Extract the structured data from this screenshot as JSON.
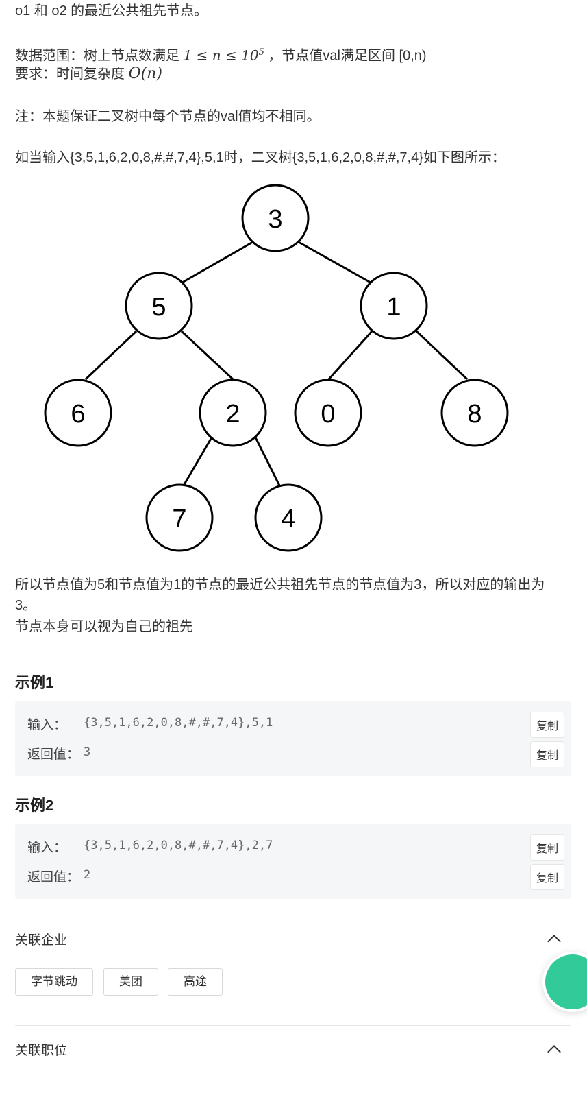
{
  "intro": {
    "line1": "o1 和 o2 的最近公共祖先节点。",
    "range_prefix": "数据范围：树上节点数满足",
    "range_math": "1 ≤ n ≤ 10",
    "range_exp": "5",
    "range_suffix": "，节点值val满足区间 [0,n)",
    "req_prefix": "要求：时间复杂度",
    "req_math": "O(n)",
    "note": "注：本题保证二叉树中每个节点的val值均不相同。",
    "example_intro": "如当输入{3,5,1,6,2,0,8,#,#,7,4},5,1时，二叉树{3,5,1,6,2,0,8,#,#,7,4}如下图所示："
  },
  "tree": {
    "nodes": [
      "3",
      "5",
      "1",
      "6",
      "2",
      "0",
      "8",
      "7",
      "4"
    ]
  },
  "explain": {
    "line1": "所以节点值为5和节点值为1的节点的最近公共祖先节点的节点值为3，所以对应的输出为",
    "line2": "3。",
    "line3": "节点本身可以视为自己的祖先"
  },
  "examples": [
    {
      "title": "示例1",
      "input_label": "输入：",
      "input_value": "{3,5,1,6,2,0,8,#,#,7,4},5,1",
      "output_label": "返回值：",
      "output_value": "3",
      "copy_label": "复制"
    },
    {
      "title": "示例2",
      "input_label": "输入：",
      "input_value": "{3,5,1,6,2,0,8,#,#,7,4},2,7",
      "output_label": "返回值：",
      "output_value": "2",
      "copy_label": "复制"
    }
  ],
  "related_companies": {
    "title": "关联企业",
    "tags": [
      "字节跳动",
      "美团",
      "高途"
    ]
  },
  "related_positions": {
    "title": "关联职位"
  },
  "colors": {
    "accent": "#32ca99",
    "example_bg": "#f5f6f7"
  }
}
